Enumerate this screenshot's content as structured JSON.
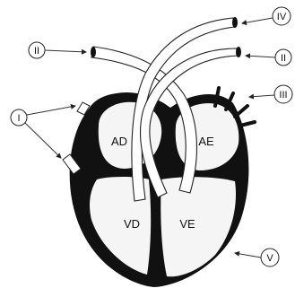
{
  "labels": {
    "right_atrium": "AD",
    "left_atrium": "AE",
    "right_ventricle": "VD",
    "left_ventricle": "VE"
  },
  "callouts": {
    "one": "I",
    "two_left": "II",
    "two_right": "II",
    "three": "III",
    "four": "IV",
    "five": "V"
  }
}
